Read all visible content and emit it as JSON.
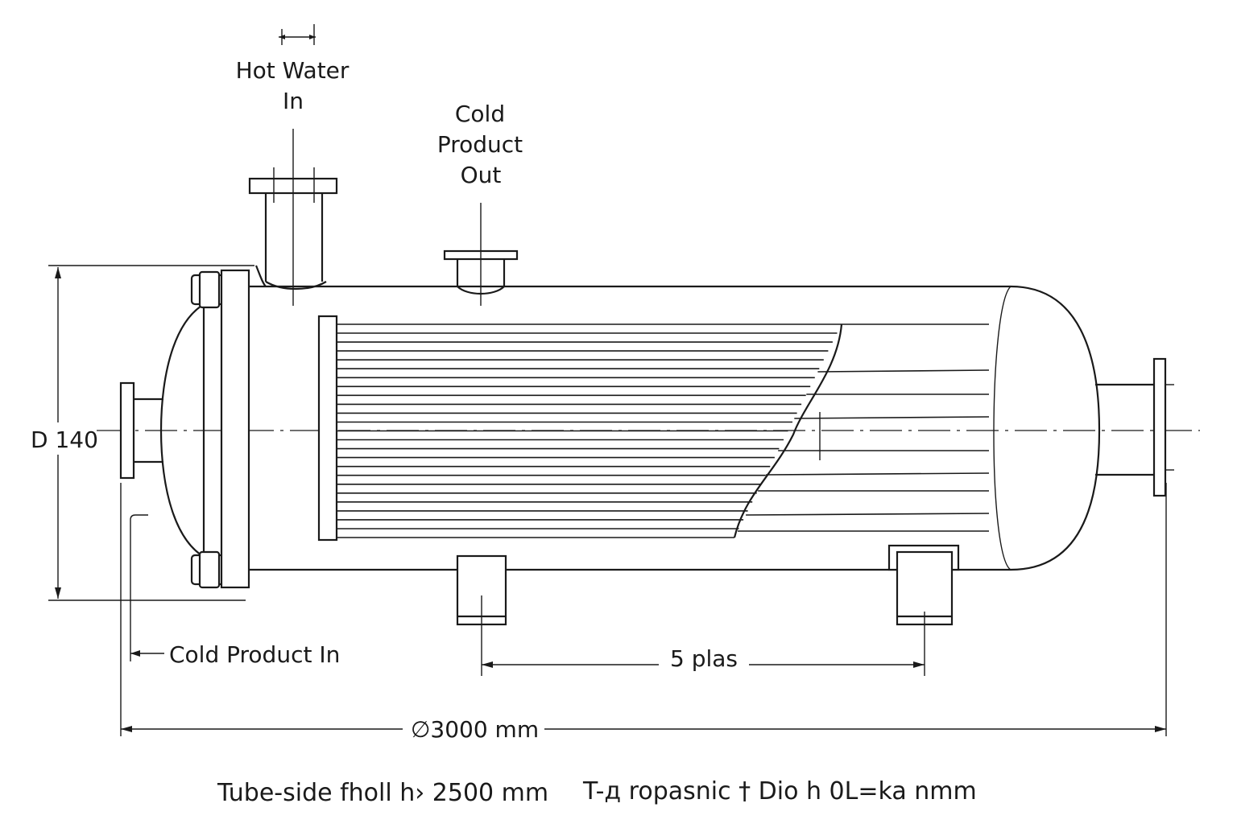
{
  "labels": {
    "hot_water_in_line1": "Hot Water",
    "hot_water_in_line2": "In",
    "cold_product_out_line1": "Cold",
    "cold_product_out_line2": "Product",
    "cold_product_out_line3": "Out",
    "diameter": "D 140",
    "cold_product_in": "Cold Product In",
    "support_spacing": "5 plas",
    "overall_length": "∅3000 mm"
  },
  "caption": {
    "left": "Tube-side fholl h› 2500 mm",
    "right": "T-д ropasnic † Dio h 0L=ka nmm"
  },
  "colors": {
    "line": "#1a1a1a",
    "background": "#ffffff"
  }
}
